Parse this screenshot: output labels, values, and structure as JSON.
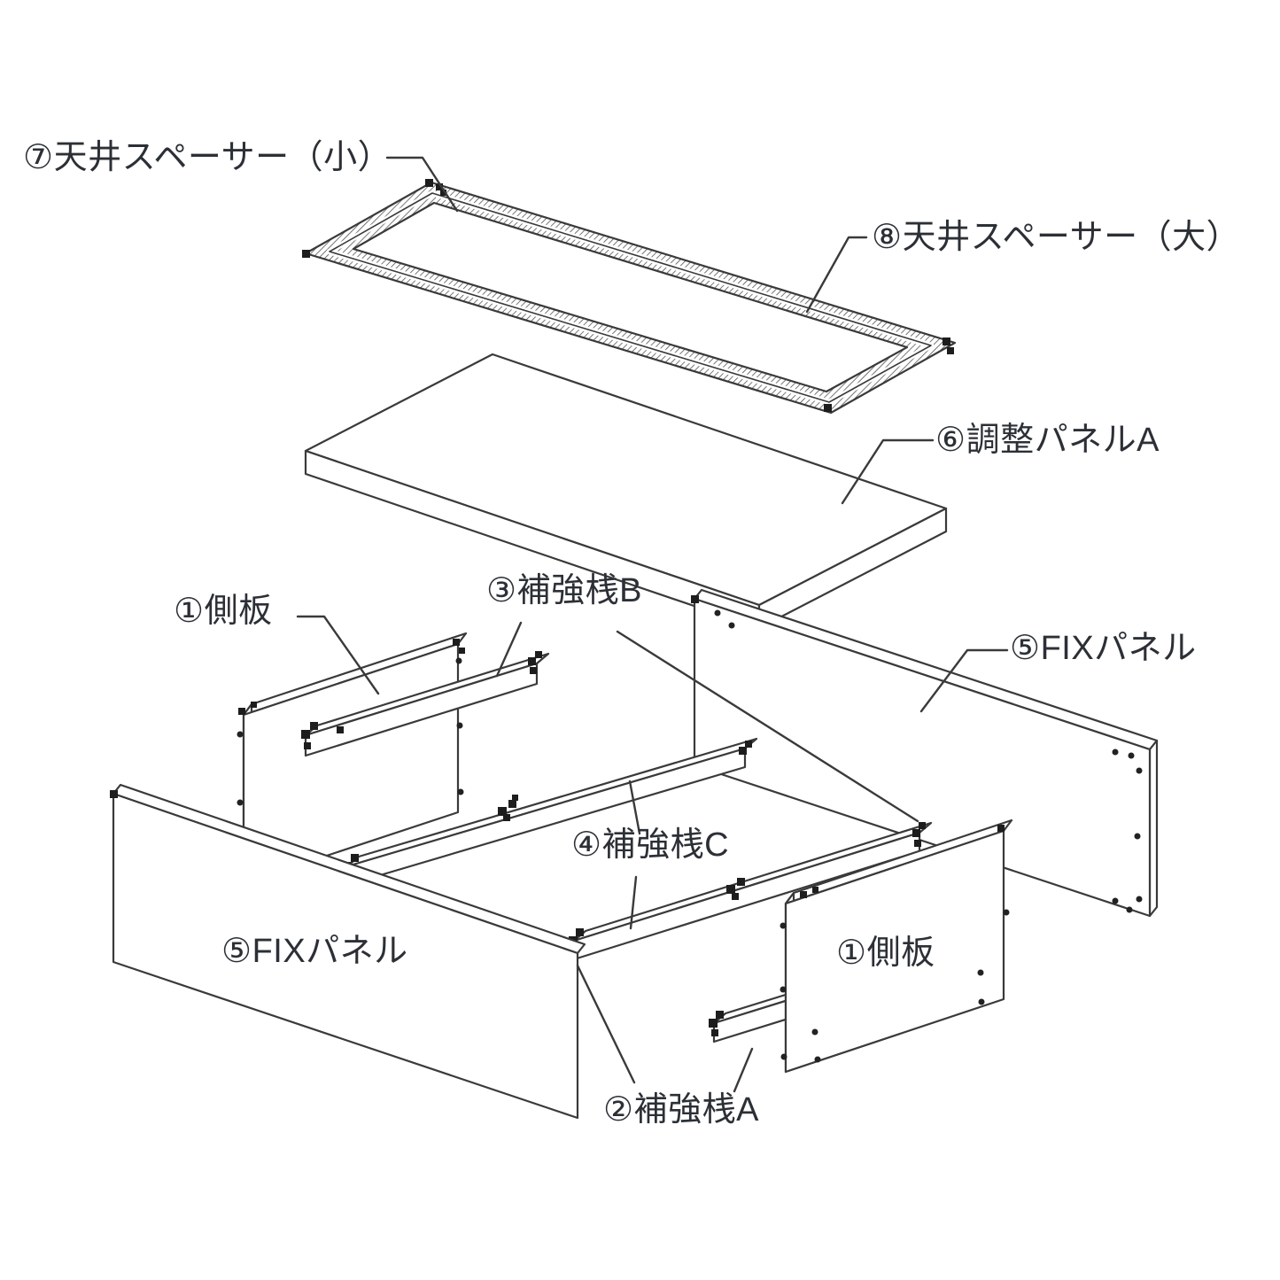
{
  "diagram": {
    "kind": "exploded-assembly-diagram",
    "background": "#ffffff",
    "line_color": "#3a3a3a",
    "text_color": "#2c3036",
    "callouts": {
      "ceiling_spacer_small": {
        "label": "⑦天井スペーサー（小）",
        "part_no": "7"
      },
      "ceiling_spacer_large": {
        "label": "⑧天井スペーサー（大）",
        "part_no": "8"
      },
      "adjust_panel_a": {
        "label": "⑥調整パネルA",
        "part_no": "6"
      },
      "side_plate_left": {
        "label": "①側板",
        "part_no": "1"
      },
      "brace_b": {
        "label": "③補強桟B",
        "part_no": "3"
      },
      "fix_panel_right": {
        "label": "⑤FIXパネル",
        "part_no": "5"
      },
      "brace_c": {
        "label": "④補強桟C",
        "part_no": "4"
      },
      "fix_panel_front": {
        "label": "⑤FIXパネル",
        "part_no": "5"
      },
      "side_plate_right": {
        "label": "①側板",
        "part_no": "1"
      },
      "brace_a": {
        "label": "②補強桟A",
        "part_no": "2"
      }
    }
  }
}
